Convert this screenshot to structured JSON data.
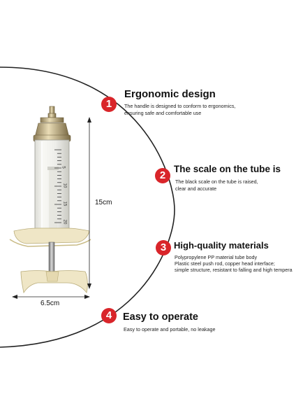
{
  "accent_color": "#d9252a",
  "dimensions": {
    "height_label": "15cm",
    "width_label": "6.5cm"
  },
  "features": [
    {
      "number": "1",
      "title": "Ergonomic design",
      "lines": [
        "The handle is designed to conform to ergonomics,",
        "ensuring safe and comfortable use"
      ]
    },
    {
      "number": "2",
      "title": "The scale on the tube is",
      "lines": [
        "The black scale on the tube is raised,",
        "clear and accurate"
      ]
    },
    {
      "number": "3",
      "title": "High-quality materials",
      "lines": [
        "Polypropylene PP material tube body",
        "Plastic steel push rod, copper head interface;",
        "simple structure, resistant to falling and high tempera"
      ]
    },
    {
      "number": "4",
      "title": "Easy to operate",
      "lines": [
        "Easy to operate and portable, no leakage"
      ]
    }
  ],
  "scale_marks": [
    "5",
    "10",
    "15",
    "20"
  ]
}
